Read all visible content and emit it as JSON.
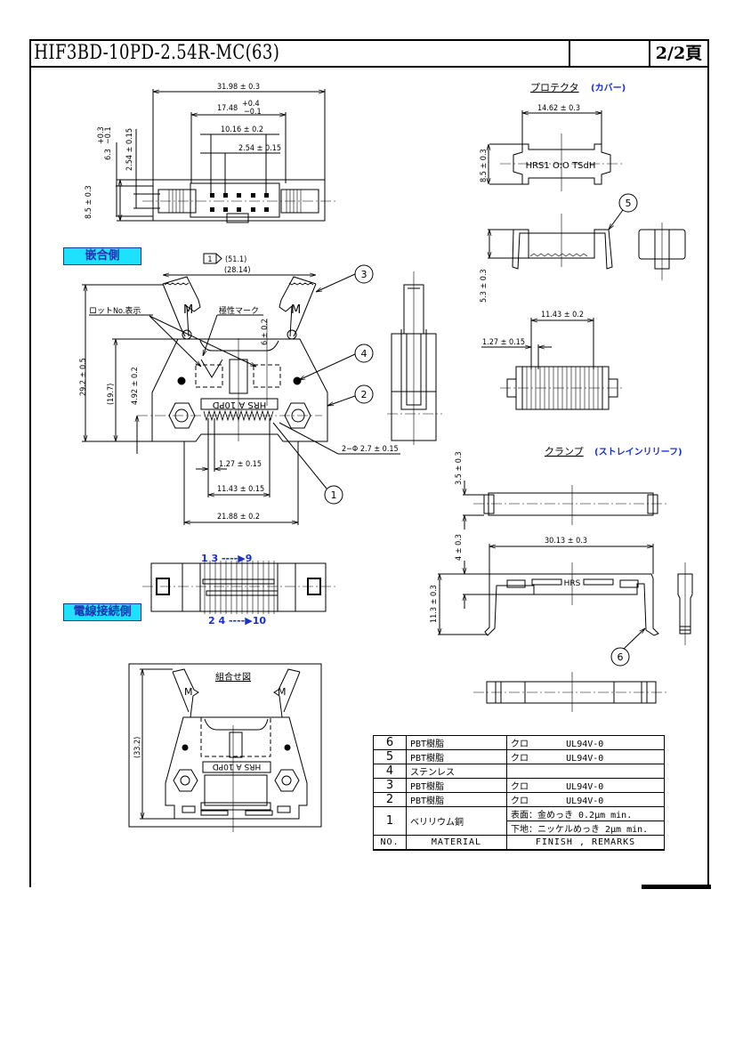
{
  "header": {
    "title": "HIF3BD-10PD-2.54R-MC(63)",
    "page": "2/2頁"
  },
  "labels": {
    "mating_side": "嵌合側",
    "cable_side": "電線接続側",
    "assembly": "組合せ図",
    "protector": "プロテクタ",
    "protector_alt": "(カバー)",
    "clamp": "クランプ",
    "clamp_alt": "(ストレインリリーフ)",
    "lot_no": "ロットNo.表示",
    "polarity": "極性マーク",
    "pin_top": "1 3 ----▶9",
    "pin_bottom": "2 4 ----▶10",
    "note_flag": "1",
    "body_marking": "HRS A 10PD",
    "clamp_marking": "HRS",
    "protector_marking": "HRS1 O:O TSdH"
  },
  "dimensions": {
    "top_width": "31.98 ± 0.3",
    "top_inner": "17.48",
    "top_inner_tol_plus": "+0.4",
    "top_inner_tol_minus": "−0.1",
    "top_pitch_span": "10.16 ± 0.2",
    "top_pitch": "2.54 ± 0.15",
    "top_h1": "6.3",
    "top_h1_tol_plus": "+0.3",
    "top_h1_tol_minus": "−0.1",
    "top_h2": "2.54 ± 0.15",
    "top_h3": "8.5 ± 0.3",
    "front_w1": "(51.1)",
    "front_w2": "(28.14)",
    "front_h_total": "29.2 ± 0.5",
    "front_h_mid": "(19.7)",
    "front_h_low": "4.92 ± 0.2",
    "front_polarity_h": "6 ± 0.2",
    "front_hole": "2−Φ 2.7 ± 0.15",
    "front_pitch": "1.27 ± 0.15",
    "front_span": "11.43 ± 0.15",
    "front_width": "21.88 ± 0.2",
    "prot_width": "14.62 ± 0.3",
    "prot_h": "8.5 ± 0.3",
    "prot_h2": "5.3 ± 0.3",
    "prot_span": "11.43 ± 0.2",
    "prot_pitch": "1.27 ± 0.15",
    "clamp_h": "3.5 ± 0.3",
    "clamp_width": "30.13 ± 0.3",
    "clamp_h2": "4 ± 0.3",
    "clamp_h3": "11.3 ± 0.3",
    "assembly_h": "(33.2)"
  },
  "callouts": [
    "1",
    "2",
    "3",
    "4",
    "5",
    "6"
  ],
  "bom": {
    "rows": [
      {
        "no": "6",
        "material": "PBT樹脂",
        "finish": "クロ",
        "remark": "UL94V-0"
      },
      {
        "no": "5",
        "material": "PBT樹脂",
        "finish": "クロ",
        "remark": "UL94V-0"
      },
      {
        "no": "4",
        "material": "ステンレス",
        "finish": "",
        "remark": ""
      },
      {
        "no": "3",
        "material": "PBT樹脂",
        "finish": "クロ",
        "remark": "UL94V-0"
      },
      {
        "no": "2",
        "material": "PBT樹脂",
        "finish": "クロ",
        "remark": "UL94V-0"
      }
    ],
    "row1": {
      "no": "1",
      "material": "ベリリウム銅",
      "finish_a": "表面：金めっき 0.2μm min.",
      "finish_b": "下地：ニッケルめっき 2μm min."
    },
    "headers": {
      "no": "NO.",
      "material": "MATERIAL",
      "finish": "FINISH , REMARKS"
    }
  },
  "colors": {
    "badge_bg": "#1ee0ff",
    "badge_text": "#1a2fb0",
    "accent_blue": "#1a2fd0"
  }
}
